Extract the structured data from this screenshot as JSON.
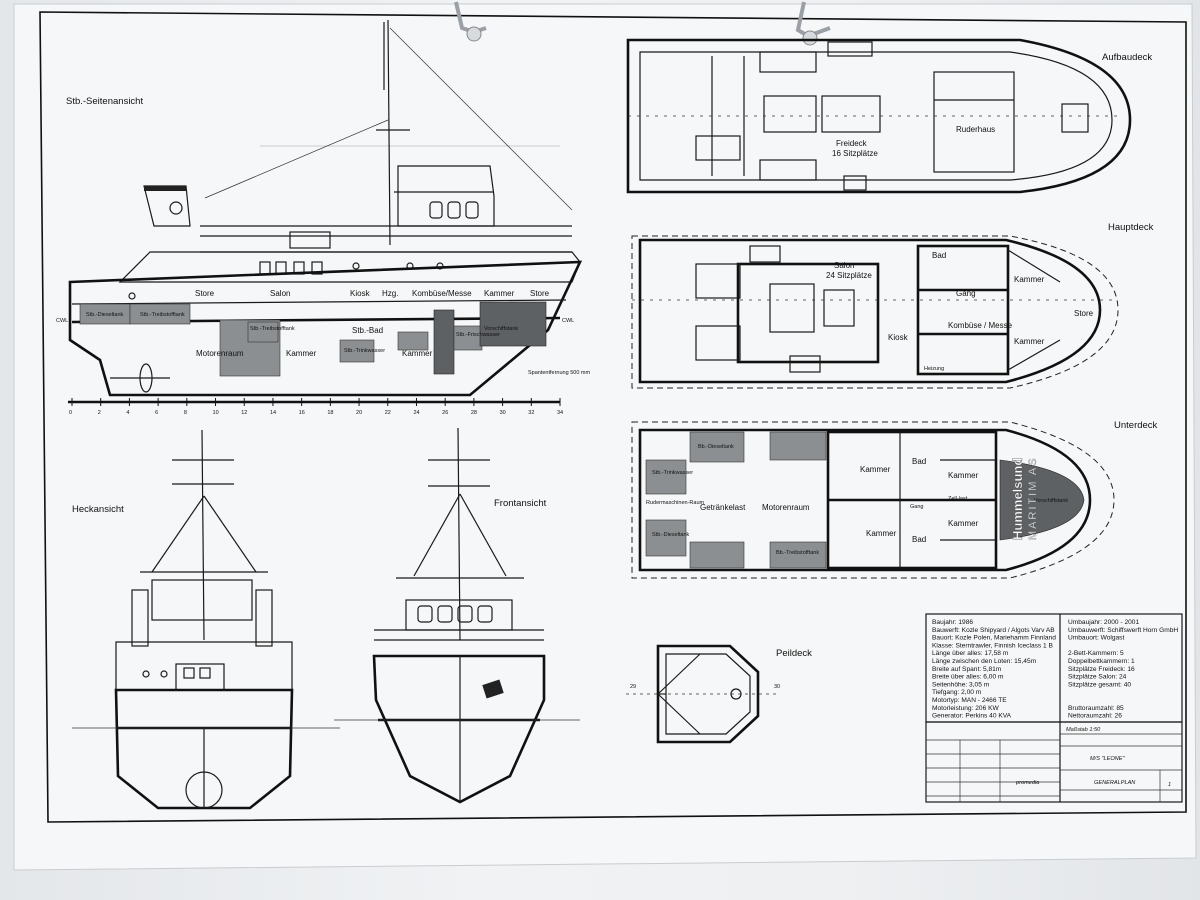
{
  "view_titles": {
    "side": "Stb.-Seitenansicht",
    "aft": "Heckansicht",
    "front": "Frontansicht",
    "upper": "Aufbaudeck",
    "main": "Hauptdeck",
    "lower": "Unterdeck",
    "peil": "Peildeck"
  },
  "side_view": {
    "rooms_top": [
      "Store",
      "Salon",
      "Kiosk",
      "Hzg.",
      "Kombüse/Messe",
      "Kammer",
      "Store"
    ],
    "rooms_bottom": [
      "Motorenraum",
      "Kammer",
      "Kammer"
    ],
    "bad": "Stb.-Bad",
    "tanks": [
      "Stb.-Dieseltank",
      "Stb.-Treibstofftank",
      "Stb.-Treibstofftank",
      "Stb.-Trinkwasser",
      "Stb.-Frischwasser",
      "Vorschiffstank"
    ],
    "note": "Spantentfernung 500 mm",
    "dwl": "CWL",
    "frames": [
      "0",
      "2",
      "4",
      "6",
      "8",
      "10",
      "12",
      "14",
      "16",
      "18",
      "20",
      "22",
      "24",
      "26",
      "28",
      "30",
      "32",
      "34"
    ]
  },
  "upper_deck": {
    "freideck": "Freideck",
    "seats": "16 Sitzplätze",
    "ruderhaus": "Ruderhaus"
  },
  "main_deck": {
    "salon": "Salon",
    "seats": "24 Sitzplätze",
    "bad": "Bad",
    "gang": "Gang",
    "kammer": "Kammer",
    "kombuese": "Kombüse / Messe",
    "kiosk": "Kiosk",
    "store": "Store",
    "heizung": "Heizung"
  },
  "lower_deck": {
    "motorenraum": "Motorenraum",
    "getraenke": "Getränkelast",
    "ruder": "Rudermaschinen-Raum",
    "kammer": "Kammer",
    "bad": "Bad",
    "zell": "Zell-last",
    "gang": "Gang",
    "tanks": [
      "Stb.-Trinkwasser",
      "Stb.-Dieseltank",
      "Bb.-Dieseltank",
      "Bb.-Treibstofftank",
      "Vorschiffstank"
    ]
  },
  "watermark": {
    "line1": "Hummelsund",
    "line2": "MARITIM AS"
  },
  "spec_left": {
    "rows": [
      "Baujahr: 1986",
      "Bauwerft: Kozle Shipyard / Algots Varv AB",
      "Bauort: Kozle Polen, Mariehamm Finnland",
      "Klasse: Sterntrawler, Finnish Iceclass 1 B",
      "Länge über alles: 17,58 m",
      "Länge zwischen den Loten: 15,45m",
      "Breite auf Spant: 5,81m",
      "Breite über alles: 6,00 m",
      "Seitenhöhe: 3,05 m",
      "Tiefgang: 2,00 m",
      "Motortyp: MAN - 2466 TE",
      "Motorleistung: 206 KW",
      "Generator: Perkins 40 KVA"
    ]
  },
  "spec_right": {
    "rows": [
      "Umbaujahr: 2000 - 2001",
      "Umbauwerft: Schiffswerft Horn GmbH",
      "Umbauort: Wolgast",
      "",
      "2-Bett-Kammern: 5",
      "Doppelbettkammern: 1",
      "Sitzplätze Freideck: 16",
      "Sitzplätze Salon: 24",
      "Sitzplätze gesamt: 40",
      "",
      "",
      "Bruttoraumzahl: 85",
      "Nettoraumzahl: 26"
    ]
  },
  "title_block": {
    "scale": "Maßstab 1:50",
    "ship": "M/S \"LEONE\"",
    "company": "promedia",
    "drawing": "GENERALPLAN",
    "sheet": "1"
  },
  "colors": {
    "paper": "#f5f6f7",
    "ink": "#111111",
    "tank_fill": "#8c8f92",
    "dark_fill": "#5e6164",
    "background": "#e6e9ec"
  }
}
